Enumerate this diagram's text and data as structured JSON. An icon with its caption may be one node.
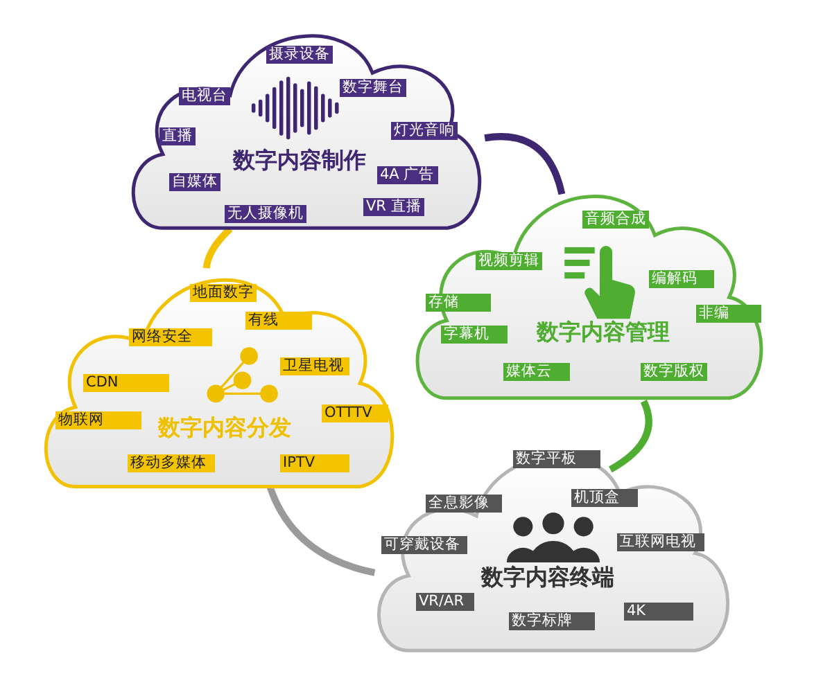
{
  "diagram": {
    "nodes": [
      {
        "text": [
          "数字内容制作"
        ]
      },
      {
        "text": [
          "摄录设备"
        ],
        "in": 0
      },
      {
        "text": [
          "电视台"
        ],
        "in": 0
      },
      {
        "text": [
          "数字舞台"
        ],
        "in": 0
      },
      {
        "text": [
          "直播"
        ],
        "in": 0
      },
      {
        "text": [
          "灯光音响"
        ],
        "in": 0
      },
      {
        "text": [
          "4A 广告"
        ],
        "in": 0
      },
      {
        "text": [
          "自媒体"
        ],
        "in": 0
      },
      {
        "text": [
          "VR 直播"
        ],
        "in": 0
      },
      {
        "text": [
          "无人摄像机"
        ],
        "in": 0
      },
      {
        "text": [
          "数字内容管理"
        ]
      },
      {
        "text": [
          "音频合成"
        ],
        "in": 10
      },
      {
        "text": [
          "视频剪辑"
        ],
        "in": 10
      },
      {
        "text": [
          "编解码"
        ],
        "in": 10
      },
      {
        "text": [
          "存储"
        ],
        "in": 10
      },
      {
        "text": [
          "非编"
        ],
        "in": 10
      },
      {
        "text": [
          "字幕机"
        ],
        "in": 10
      },
      {
        "text": [
          "媒体云"
        ],
        "in": 10
      },
      {
        "text": [
          "数字版权"
        ],
        "in": 10
      },
      {
        "text": [
          "数字内容分发"
        ]
      },
      {
        "text": [
          "地面数字"
        ],
        "in": 19
      },
      {
        "text": [
          "有线"
        ],
        "in": 19
      },
      {
        "text": [
          "网络安全"
        ],
        "in": 19
      },
      {
        "text": [
          "卫星电视"
        ],
        "in": 19
      },
      {
        "text": [
          "CDN"
        ],
        "in": 19
      },
      {
        "text": [
          "OTTTV"
        ],
        "in": 19
      },
      {
        "text": [
          "物联网"
        ],
        "in": 19
      },
      {
        "text": [
          "移动多媒体"
        ],
        "in": 19
      },
      {
        "text": [
          "IPTV"
        ],
        "in": 19
      },
      {
        "text": [
          "数字内容终端"
        ]
      },
      {
        "text": [
          "数字平板"
        ],
        "in": 29
      },
      {
        "text": [
          "机顶盒"
        ],
        "in": 29
      },
      {
        "text": [
          "全息影像"
        ],
        "in": 29
      },
      {
        "text": [
          "可穿戴设备"
        ],
        "in": 29
      },
      {
        "text": [
          "互联网电视"
        ],
        "in": 29
      },
      {
        "text": [
          "VR/AR"
        ],
        "in": 29
      },
      {
        "text": [
          "4K"
        ],
        "in": 29
      },
      {
        "text": [
          "数字标牌"
        ],
        "in": 29
      }
    ],
    "edges": [
      {
        "from": 0,
        "to": 10,
        "arrow": "none",
        "color": "#3f2670"
      },
      {
        "from": 10,
        "to": 29,
        "arrow": "none",
        "color": "#4fae32"
      },
      {
        "from": 29,
        "to": 19,
        "arrow": "none",
        "color": "#9a9a9a"
      },
      {
        "from": 19,
        "to": 0,
        "arrow": "none",
        "color": "#f2c200"
      }
    ]
  }
}
